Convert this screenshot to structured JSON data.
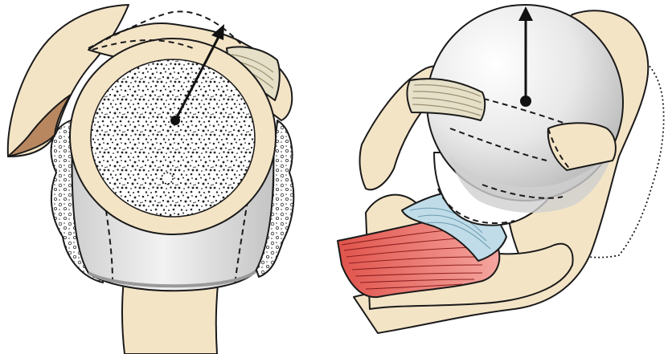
{
  "figure": {
    "panels": [
      {
        "id": "left",
        "subject": "humeral-head-resection"
      },
      {
        "id": "right",
        "subject": "prosthetic-humeral-head-in-glenoid"
      }
    ]
  },
  "colors": {
    "bone": "#f4e4c6",
    "bone_shadow": "#e7cfa3",
    "cortex_dark": "#b88760",
    "cancellous": "#ffffff",
    "implant_grey": "#d8d8d8",
    "implant_highlight": "#f6f6f6",
    "tendon": "#e6e0c8",
    "muscle": "#d9463f",
    "muscle_light": "#f08a84",
    "tendon_blue": "#bfdce8",
    "outline": "#1a1a1a"
  },
  "icons": {
    "left_arrow": "arrow-up-right-icon",
    "right_arrow": "arrow-up-icon"
  }
}
